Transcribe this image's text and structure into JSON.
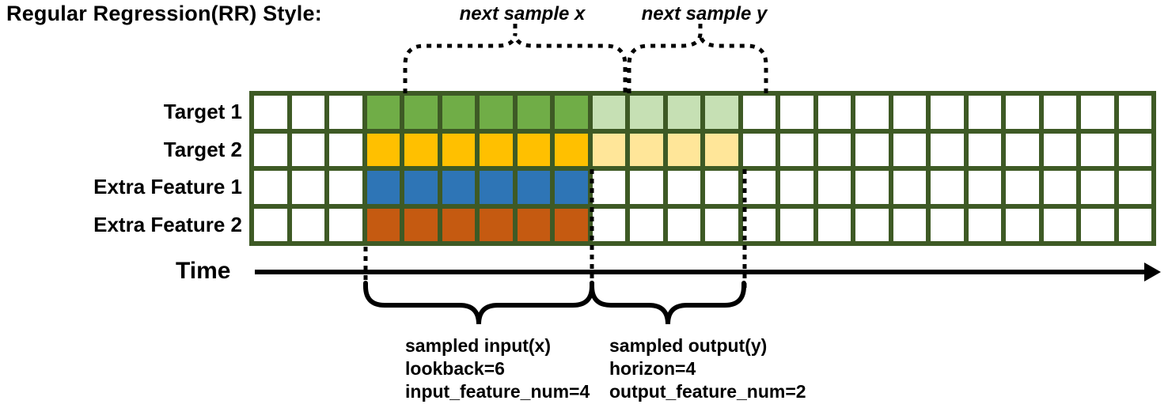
{
  "title": "Regular Regression(RR) Style:",
  "colors": {
    "grid_border": "#3E5A25",
    "axis": "#000000",
    "input_target1": "#70AD47",
    "output_target1": "#C6E0B4",
    "input_target2": "#FFC000",
    "output_target2": "#FFE699",
    "input_extra1": "#2E75B6",
    "input_extra2": "#C55A11"
  },
  "grid": {
    "columns": 24,
    "input_start_col": 3,
    "lookback": 6,
    "horizon": 4,
    "rows": [
      {
        "label": "Target 1",
        "input_color": "#70AD47",
        "output_color": "#C6E0B4"
      },
      {
        "label": "Target 2",
        "input_color": "#FFC000",
        "output_color": "#FFE699"
      },
      {
        "label": "Extra Feature 1",
        "input_color": "#2E75B6",
        "output_color": null
      },
      {
        "label": "Extra Feature 2",
        "input_color": "#C55A11",
        "output_color": null
      }
    ]
  },
  "annotations": {
    "next_sample_x": "next sample x",
    "next_sample_y": "next sample y",
    "sampled_input": [
      "sampled input(x)",
      "lookback=6",
      "input_feature_num=4"
    ],
    "sampled_output": [
      "sampled output(y)",
      "horizon=4",
      "output_feature_num=2"
    ]
  },
  "time_axis": {
    "label": "Time"
  }
}
